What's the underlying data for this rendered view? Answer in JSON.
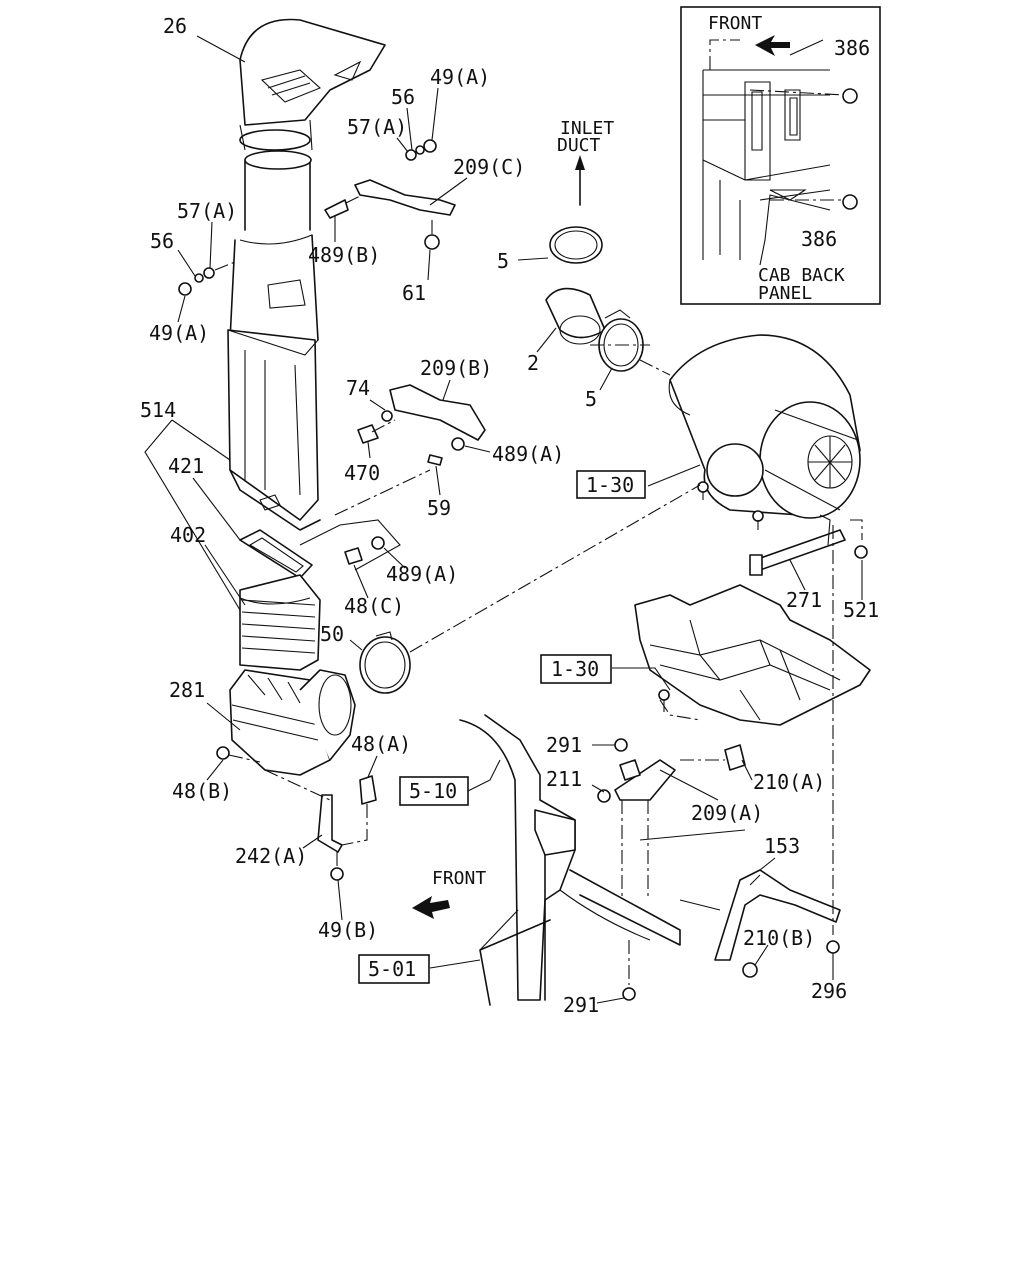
{
  "labels": {
    "p26": "26",
    "p49a_top": "49(A)",
    "p56_top": "56",
    "p57a_top": "57(A)",
    "p209c": "209(C)",
    "p57a_left": "57(A)",
    "p56_left": "56",
    "p489b": "489(B)",
    "p61": "61",
    "p49a_left": "49(A)",
    "p5_top": "5",
    "p2": "2",
    "p5_bottom": "5",
    "p209b": "209(B)",
    "p74": "74",
    "p470": "470",
    "p489a_mid": "489(A)",
    "p59": "59",
    "p514": "514",
    "p421": "421",
    "p402": "402",
    "p489a_low": "489(A)",
    "p48c": "48(C)",
    "p50": "50",
    "p271": "271",
    "p521": "521",
    "p281": "281",
    "p48a": "48(A)",
    "p48b": "48(B)",
    "p242a": "242(A)",
    "p49b": "49(B)",
    "p291_top": "291",
    "p211": "211",
    "p210a": "210(A)",
    "p209a": "209(A)",
    "p153": "153",
    "p210b": "210(B)",
    "p296": "296",
    "p291_bottom": "291",
    "p386_top": "386",
    "p386_bottom": "386"
  },
  "refs": {
    "r1_30_upper": "1-30",
    "r1_30_lower": "1-30",
    "r5_10": "5-10",
    "r5_01": "5-01"
  },
  "annotations": {
    "inset_front": "FRONT",
    "inlet_line1": "INLET",
    "inlet_line2": "DUCT",
    "cab_line1": "CAB BACK",
    "cab_line2": "PANEL",
    "front_lower": "FRONT"
  }
}
